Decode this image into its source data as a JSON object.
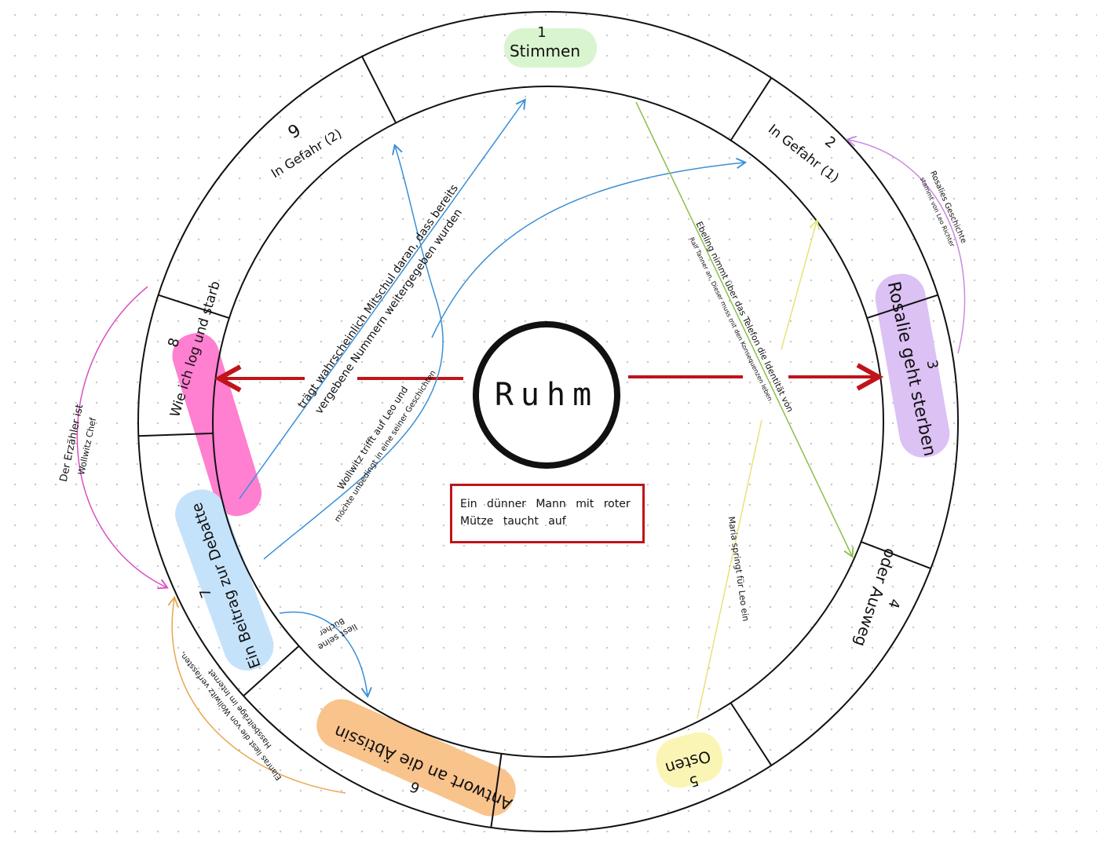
{
  "center": {
    "title": "Ruhm"
  },
  "note": {
    "text": "Ein dünner Mann mit roter Mütze taucht auf"
  },
  "colors": {
    "ring": "#111111",
    "red_arrow": "#c0141a",
    "green": "#d9f5cf",
    "pink": "#ff7fd1",
    "lilac": "#dcc1f4",
    "blue": "#c5e2fb",
    "orange": "#f9c38c",
    "yellow": "#fbf5b5",
    "blue_line": "#3a8fd6",
    "green_line": "#8cc04a",
    "yellow_line": "#e8e27a",
    "purple_line": "#c98ae0",
    "magenta_line": "#d94fc0",
    "orange_line": "#e7a74e"
  },
  "segments": {
    "s1": {
      "num": "1",
      "label": "Stimmen"
    },
    "s2": {
      "num": "2",
      "label": "In Gefahr (1)"
    },
    "s3": {
      "num": "3",
      "label": "Rosalie geht sterben"
    },
    "s4": {
      "num": "4",
      "label": "oder Ausweg"
    },
    "s5": {
      "num": "5",
      "label": "Osten"
    },
    "s6": {
      "num": "6",
      "label": "Antwort an die Äbtissin"
    },
    "s7": {
      "num": "7",
      "label": "Ein Beitrag zur Debatte"
    },
    "s8": {
      "num": "8",
      "label": "Wie ich log und starb"
    },
    "s9": {
      "num": "9",
      "label": "In Gefahr (2)"
    }
  },
  "annotations": {
    "a1a": "trägt wahrscheinlich Mitschul daran, dass bereits",
    "a1b": "vergebene Nummern weitergegeben wurden",
    "a2a": "Wollwitz trifft auf Leo und",
    "a2b": "möchte unbedingt in eine seiner Geschichten",
    "a3a": "Ebeling nimmt über das Telefon die Identität von",
    "a3b": "Ralf Tanner an. Dieser muss mit den Konsequenzen leben",
    "a4": "Maria springt für Leo ein",
    "a5a": "Rosalies Geschichte",
    "a5b": "stammt von Leo Richter",
    "a6a": "Der Erzähler ist",
    "a6b": "Wollwitz Chef",
    "a7a": "liest seine",
    "a7b": "Bücher",
    "a8a": "Elanras liest die von Wollwitz verfassten,",
    "a8b": "Hassbeiträge im Internet"
  }
}
